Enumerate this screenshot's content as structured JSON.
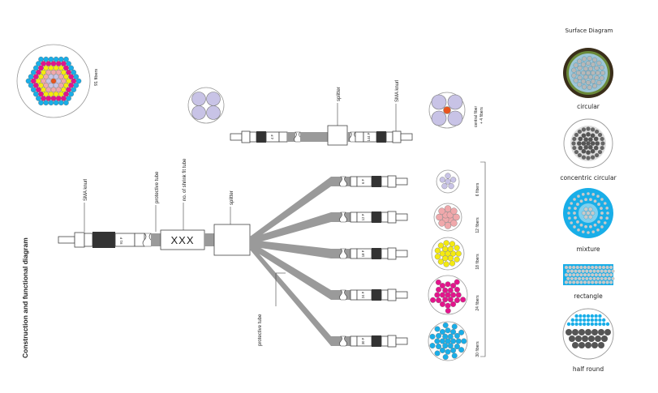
{
  "left_title": "Construction and functional diagram",
  "main_labels": {
    "sma_knurl_left": "SMA knurl",
    "protective_tube_top": "protective tube",
    "shrink_tube": "no. of shrink fit tube",
    "splitter_main": "splitter",
    "protective_tube_bottom": "protective tube",
    "splitter_top": "splitter",
    "sma_knurl_top": "SMA knurl",
    "fibers_91": "91 fibers",
    "xxx": "XXX",
    "f91": "91 F",
    "f4": "4 F",
    "f144": "144 F",
    "central": "central fiber",
    "central2": "+ 4 fibers"
  },
  "branches": [
    {
      "ferrule": "6 F",
      "label": "6 fibers",
      "color": "#c8c3e6"
    },
    {
      "ferrule": "12 F",
      "label": "12 fibers",
      "color": "#f0a8ab"
    },
    {
      "ferrule": "18 F",
      "label": "18 fibers",
      "color": "#f4ea10"
    },
    {
      "ferrule": "24 F",
      "label": "24 fibers",
      "color": "#e4148c"
    },
    {
      "ferrule": "30 F",
      "label": "30 fibers",
      "color": "#19aee8"
    }
  ],
  "surface": {
    "title": "Surface Diagram",
    "items": [
      "circular",
      "concentric  circular",
      "mixture",
      "rectangle",
      "half round"
    ]
  },
  "colors": {
    "tube": "#9a9a9a",
    "connector_dark": "#333333",
    "hex_cyan": "#19aee8",
    "hex_magenta": "#e4148c",
    "hex_yellow": "#f4ea10",
    "hex_pink": "#f0a8ab",
    "hex_lavender": "#c8c3e6",
    "core": "#e8541e"
  }
}
